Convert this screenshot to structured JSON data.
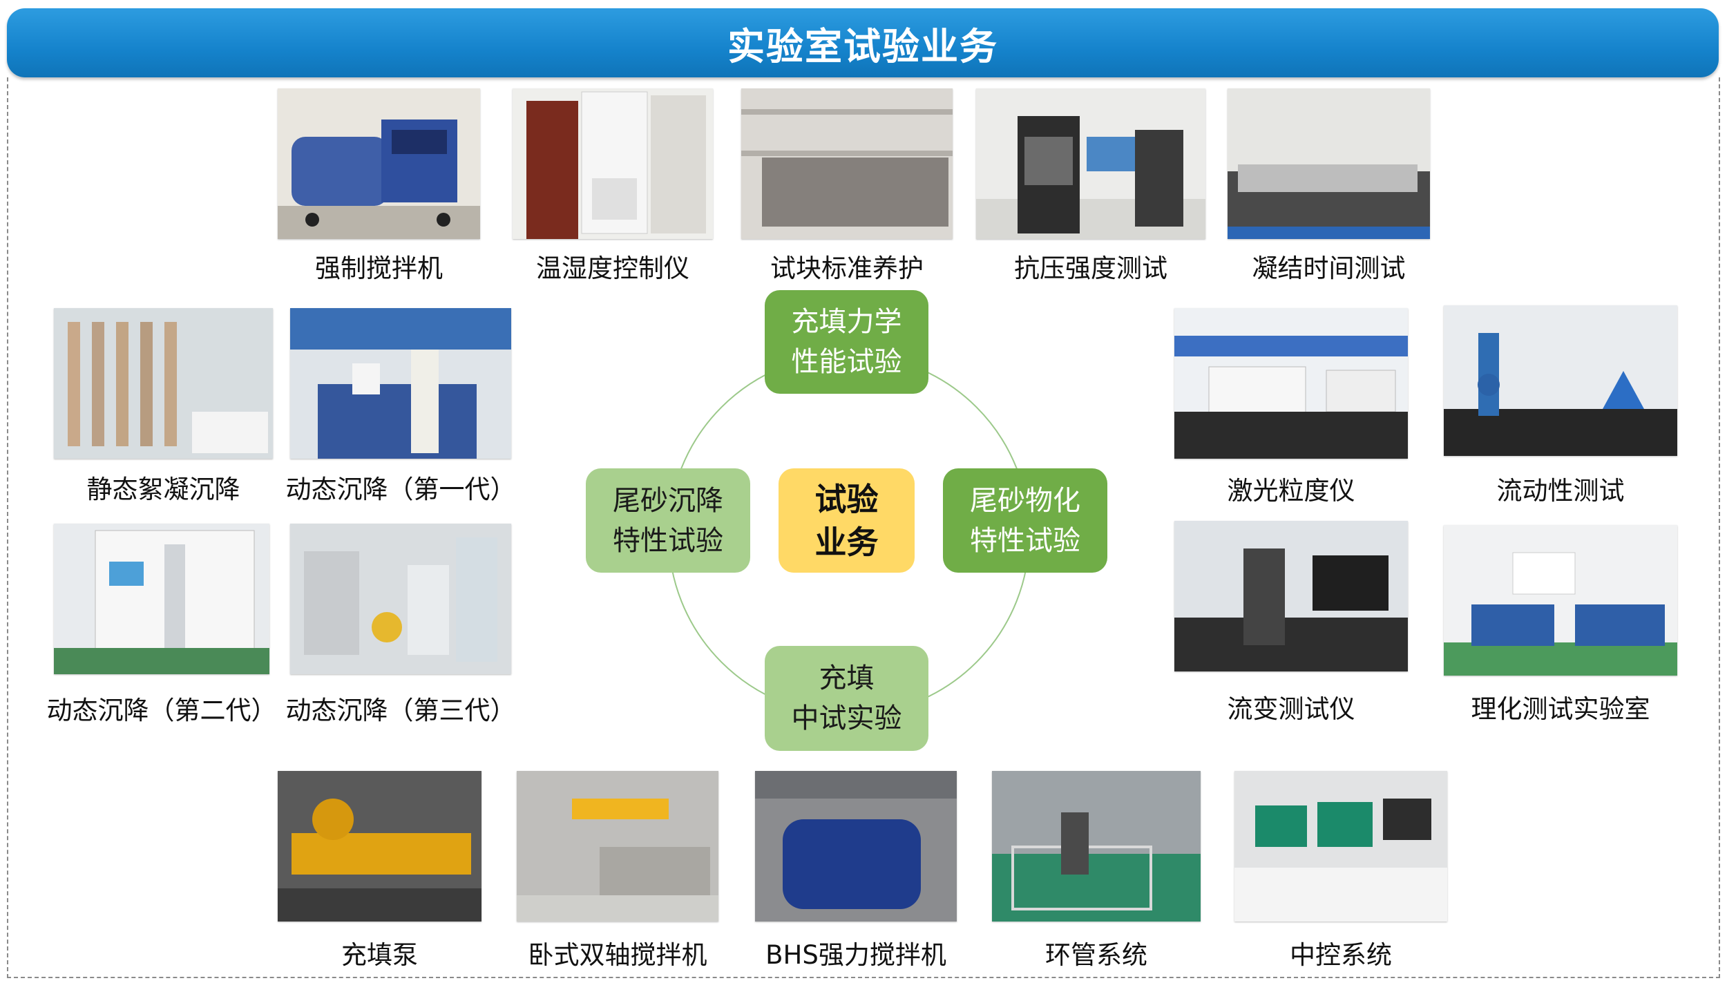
{
  "title": "实验室试验业务",
  "center": {
    "line1": "试验",
    "line2": "业务"
  },
  "nodes": {
    "top": {
      "line1": "充填力学",
      "line2": "性能试验"
    },
    "left": {
      "line1": "尾砂沉降",
      "line2": "特性试验"
    },
    "right": {
      "line1": "尾砂物化",
      "line2": "特性试验"
    },
    "bottom": {
      "line1": "充填",
      "line2": "中试实验"
    }
  },
  "colors": {
    "title_bar": "#1583cc",
    "node_dark": "#70ad47",
    "node_light": "#a9d08e",
    "center": "#ffd966"
  },
  "photos": {
    "top": [
      "强制搅拌机",
      "温湿度控制仪",
      "试块标准养护",
      "抗压强度测试",
      "凝结时间测试"
    ],
    "left": [
      "静态絮凝沉降",
      "动态沉降（第一代）",
      "动态沉降（第二代）",
      "动态沉降（第三代）"
    ],
    "right": [
      "激光粒度仪",
      "流动性测试",
      "流变测试仪",
      "理化测试实验室"
    ],
    "bottom": [
      "充填泵",
      "卧式双轴搅拌机",
      "BHS强力搅拌机",
      "环管系统",
      "中控系统"
    ]
  }
}
